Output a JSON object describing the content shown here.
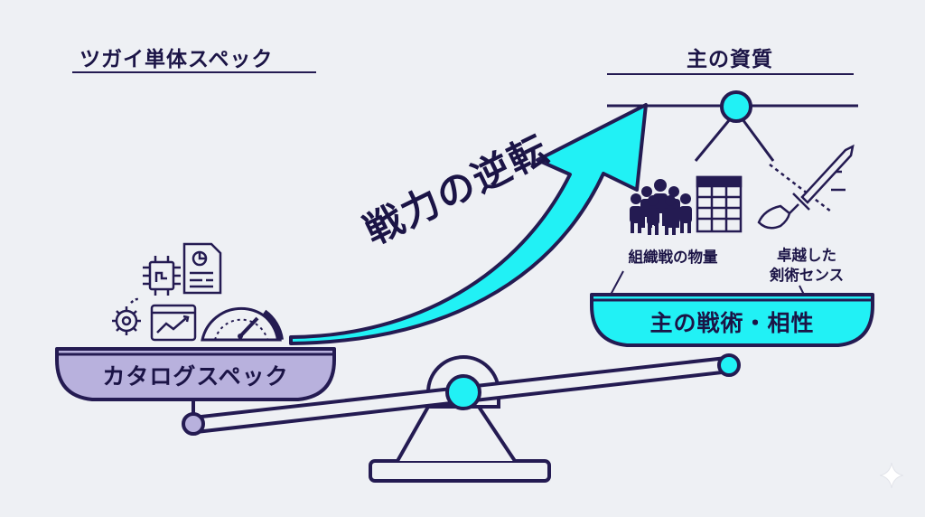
{
  "headings": {
    "left": "ツガイ単体スペック",
    "right": "主の資質"
  },
  "arrow_label": "戦力の逆転",
  "left_pan": {
    "label": "カタログスペック"
  },
  "right_pan": {
    "label": "主の戦術・相性"
  },
  "right_items": {
    "organization": "組織戦の物量",
    "swordsmanship_line1": "卓越した",
    "swordsmanship_line2": "剣術センス"
  },
  "icons": [
    "chip-icon",
    "document-chart-icon",
    "gear-icon",
    "line-chart-icon",
    "speedometer-icon",
    "people-group-icon",
    "grid-table-icon",
    "sword-hand-icon",
    "sparkle-icon"
  ],
  "colors": {
    "ink": "#241b52",
    "cyan": "#21f1f5",
    "lavender": "#b8b1dd",
    "background": "#eef0f4"
  }
}
